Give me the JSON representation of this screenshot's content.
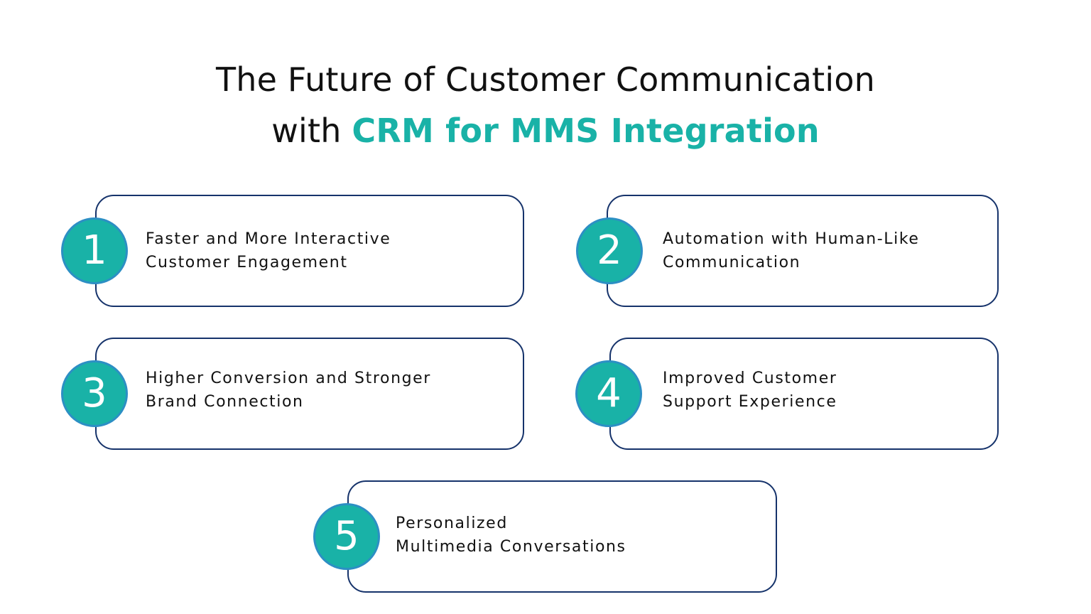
{
  "colors": {
    "accent": "#19b2a7",
    "badge": "#19b2a7",
    "badge_ring": "#2c8fc4",
    "card_border": "#16336b",
    "text": "#111111"
  },
  "title": {
    "line1": "The Future of Customer Communication",
    "line2_prefix": "with ",
    "line2_accent": "CRM for MMS Integration"
  },
  "items": [
    {
      "number": "1",
      "line1": "Faster and More Interactive",
      "line2": "Customer Engagement"
    },
    {
      "number": "2",
      "line1": "Automation with Human-Like",
      "line2": "Communication"
    },
    {
      "number": "3",
      "line1": "Higher Conversion and Stronger",
      "line2": "Brand Connection"
    },
    {
      "number": "4",
      "line1": "Improved Customer",
      "line2": "Support Experience"
    },
    {
      "number": "5",
      "line1": "Personalized",
      "line2": "Multimedia Conversations"
    }
  ]
}
